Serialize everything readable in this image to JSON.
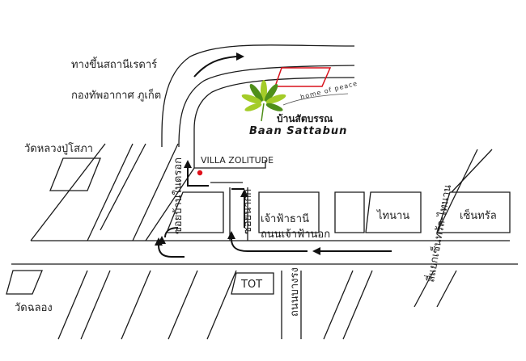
{
  "labels": {
    "airforce_entrance_1": "ทางขึ้นสถานีเรดาร์",
    "airforce_entrance_2": "กองทัพอากาศ ภูเก็ต",
    "wat_luang_pu_sopha": "วัดหลวงปู่โสภา",
    "wat_chalong": "วัดฉลอง",
    "villa_zolitude": "VILLA ZOLITUDE",
    "soi_ban_nai_trok": "ซอยบ้านในตรอก",
    "soi_na_kok": "ซอยนากก",
    "chao_fa_thani": "เจ้าฟ้าธานี",
    "chao_fa_nok_road": "ถนนเจ้าฟ้านอก",
    "tot": "TOT",
    "thanon_bang_rong": "ถนนบางรง",
    "thai_nan": "ไทนาน",
    "central": "เซ็นทรัล",
    "sam_yaek_central_thai_nan": "สี่แยกเซ็นทรัล-ไทนาน"
  },
  "logo": {
    "thai_name": "บ้านสัตบรรณ",
    "english_name": "Baan Sattabun",
    "tagline": "home of peace"
  },
  "colors": {
    "road": "#1a1a1a",
    "highlight": "#d8111b",
    "leaf_dark": "#4f8f1a",
    "leaf_light": "#a4cc28",
    "marker": "#e0101a"
  }
}
